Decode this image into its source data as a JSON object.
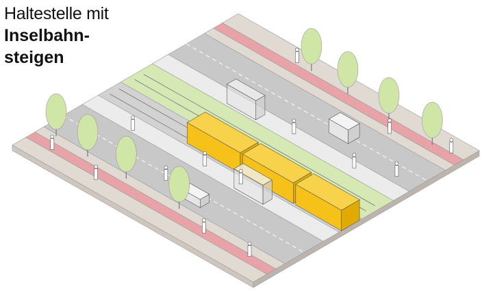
{
  "title": {
    "line1": "Haltestelle mit",
    "line2": "Inselbahn-",
    "line3": "steigen"
  },
  "colors": {
    "sidewalk": "#e1dad3",
    "bike_lane": "#e8a3a8",
    "road": "#c8c8c8",
    "platform": "#ececec",
    "green_track": "#d6e8b4",
    "tram": "#f6c21a",
    "tree": "#cfe6a6"
  }
}
